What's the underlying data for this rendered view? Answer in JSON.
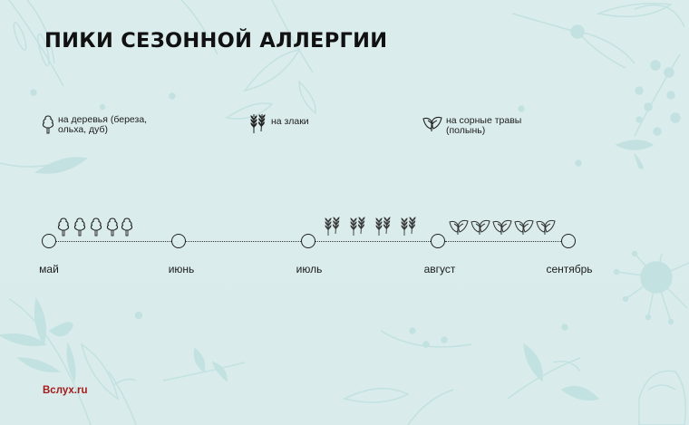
{
  "title": "ПИКИ СЕЗОННОЙ АЛЛЕРГИИ",
  "legend": [
    {
      "icon": "tree-icon",
      "line1": "на деревья (береза,",
      "line2": "ольха, дуб)"
    },
    {
      "icon": "wheat-icon",
      "line1": "на злаки",
      "line2": ""
    },
    {
      "icon": "weed-leaf-icon",
      "line1": "на сорные травы",
      "line2": "(полынь)"
    }
  ],
  "timeline": {
    "months": [
      "май",
      "июнь",
      "июль",
      "август",
      "сентябрь"
    ],
    "periods": [
      {
        "allergen": "на деревья",
        "icon": "tree-icon",
        "from": "май",
        "to": "июнь",
        "count": 5
      },
      {
        "allergen": "на злаки",
        "icon": "wheat-icon",
        "from": "июль",
        "to": "август",
        "count": 4
      },
      {
        "allergen": "на сорные травы",
        "icon": "weed-leaf-icon",
        "from": "август",
        "to": "сентябрь",
        "count": 5
      }
    ]
  },
  "brand": "Вслух.ru",
  "colors": {
    "background": "#dbecec",
    "decoration": "#b7dcdc",
    "text": "#111111",
    "brand": "#a31a1a"
  }
}
